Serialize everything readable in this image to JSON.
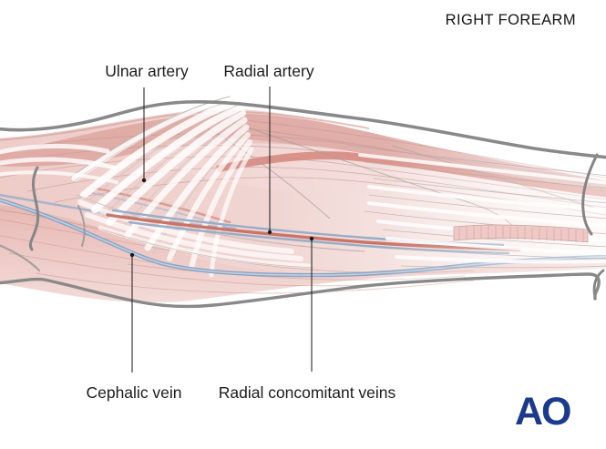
{
  "title": "RIGHT FOREARM",
  "annotations": {
    "ulnar_artery": {
      "label": "Ulnar artery"
    },
    "radial_artery": {
      "label": "Radial artery"
    },
    "cephalic_vein": {
      "label": "Cephalic vein"
    },
    "radial_concomitant_veins": {
      "label": "Radial concomitant veins"
    }
  },
  "logo": {
    "text": "AO"
  },
  "colors": {
    "artery_red": "#c97467",
    "vein_blue": "#8aa4c3",
    "muscle_pink": "#eeccc8",
    "muscle_deep_pink": "#dca39c",
    "salmon_band": "#d6857b",
    "tendon_white": "#fdfbfa",
    "skin_outline_gray": "#898989",
    "leader_line_black": "#2b2b2b",
    "logo_blue": "#1b3a8e",
    "text_color": "#1c1c1c"
  }
}
